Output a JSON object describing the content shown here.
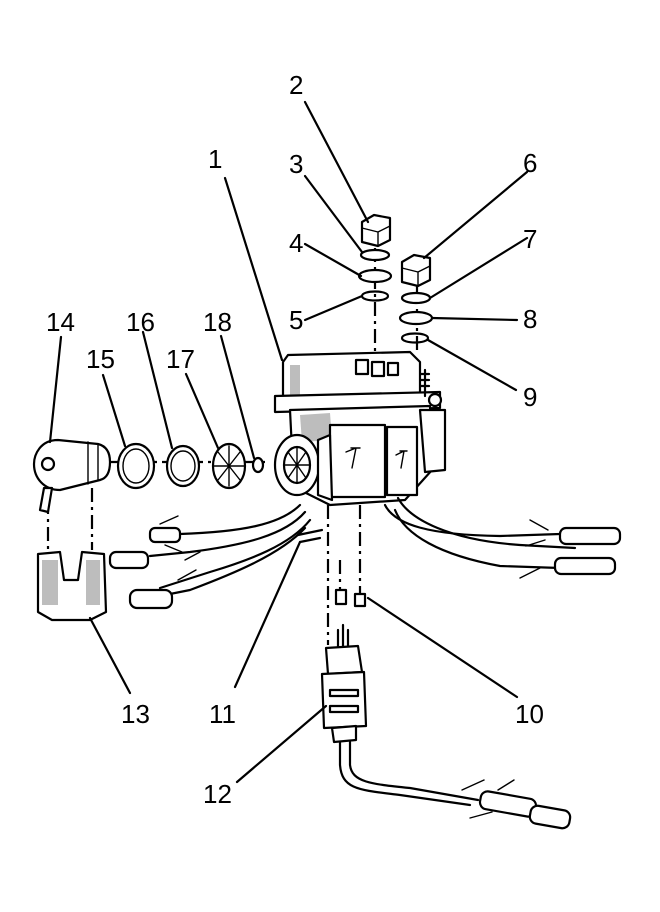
{
  "callouts": [
    {
      "id": "1",
      "label": "1"
    },
    {
      "id": "2",
      "label": "2"
    },
    {
      "id": "3",
      "label": "3"
    },
    {
      "id": "4",
      "label": "4"
    },
    {
      "id": "5",
      "label": "5"
    },
    {
      "id": "6",
      "label": "6"
    },
    {
      "id": "7",
      "label": "7"
    },
    {
      "id": "8",
      "label": "8"
    },
    {
      "id": "9",
      "label": "9"
    },
    {
      "id": "10",
      "label": "10"
    },
    {
      "id": "11",
      "label": "11"
    },
    {
      "id": "12",
      "label": "12"
    },
    {
      "id": "13",
      "label": "13"
    },
    {
      "id": "14",
      "label": "14"
    },
    {
      "id": "15",
      "label": "15"
    },
    {
      "id": "16",
      "label": "16"
    },
    {
      "id": "17",
      "label": "17"
    },
    {
      "id": "18",
      "label": "18"
    }
  ],
  "colors": {
    "line": "#000000",
    "background": "#ffffff",
    "shade": "#bdbdbd"
  }
}
